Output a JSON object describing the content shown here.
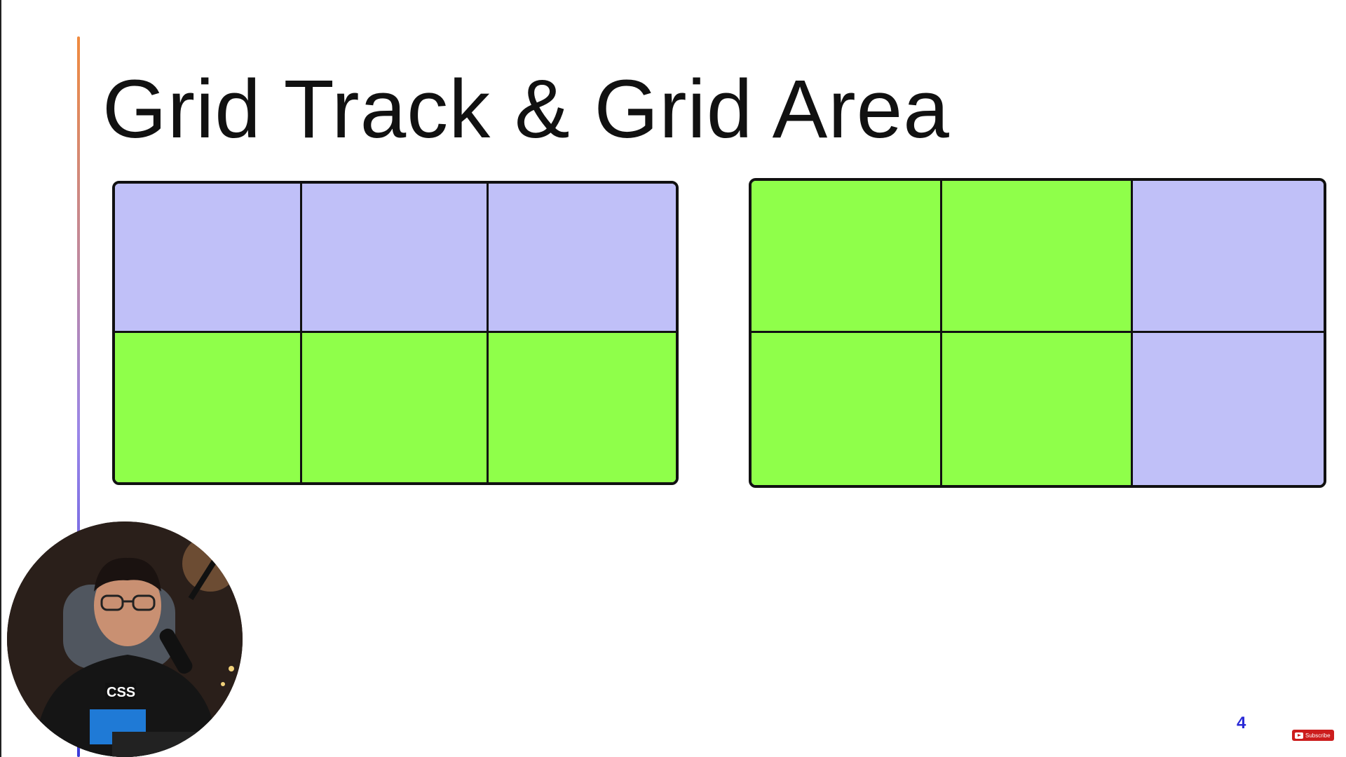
{
  "slide": {
    "title": "Grid Track & Grid Area",
    "page_number": "4",
    "accent_gradient": [
      "#f08a3e",
      "#9a86e8",
      "#3b3bd9"
    ]
  },
  "colors": {
    "lavender": "#c0c0f8",
    "green": "#8fff4a",
    "border": "#111111"
  },
  "grids": [
    {
      "name": "grid-track-example",
      "rows": 2,
      "columns": 3,
      "cells": [
        "lavender",
        "lavender",
        "lavender",
        "green",
        "green",
        "green"
      ]
    },
    {
      "name": "grid-area-example",
      "rows": 2,
      "columns": 3,
      "cells": [
        "green",
        "green",
        "lavender",
        "green",
        "green",
        "lavender"
      ]
    }
  ],
  "overlay": {
    "subscribe_label": "Subscribe",
    "youtube_icon": "youtube-icon",
    "webcam": "presenter-webcam"
  }
}
